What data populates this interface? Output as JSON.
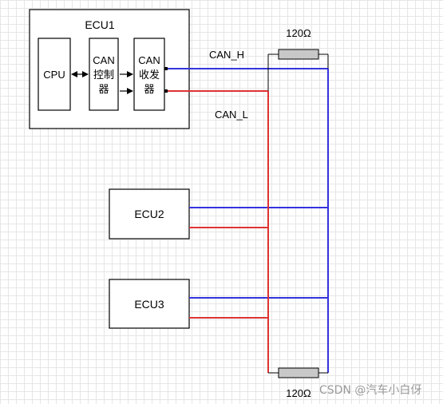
{
  "ecu1": {
    "title": "ECU1",
    "cpu": "CPU",
    "can_controller": [
      "CAN",
      "控制",
      "器"
    ],
    "can_transceiver": [
      "CAN",
      "收发",
      "器"
    ]
  },
  "ecu2": {
    "title": "ECU2"
  },
  "ecu3": {
    "title": "ECU3"
  },
  "bus": {
    "can_h_label": "CAN_H",
    "can_l_label": "CAN_L",
    "can_h_color": "#3333dd",
    "can_l_color": "#dd3333"
  },
  "terminators": {
    "top": "120Ω",
    "bottom": "120Ω"
  },
  "watermark": "CSDN @汽车小白伢"
}
